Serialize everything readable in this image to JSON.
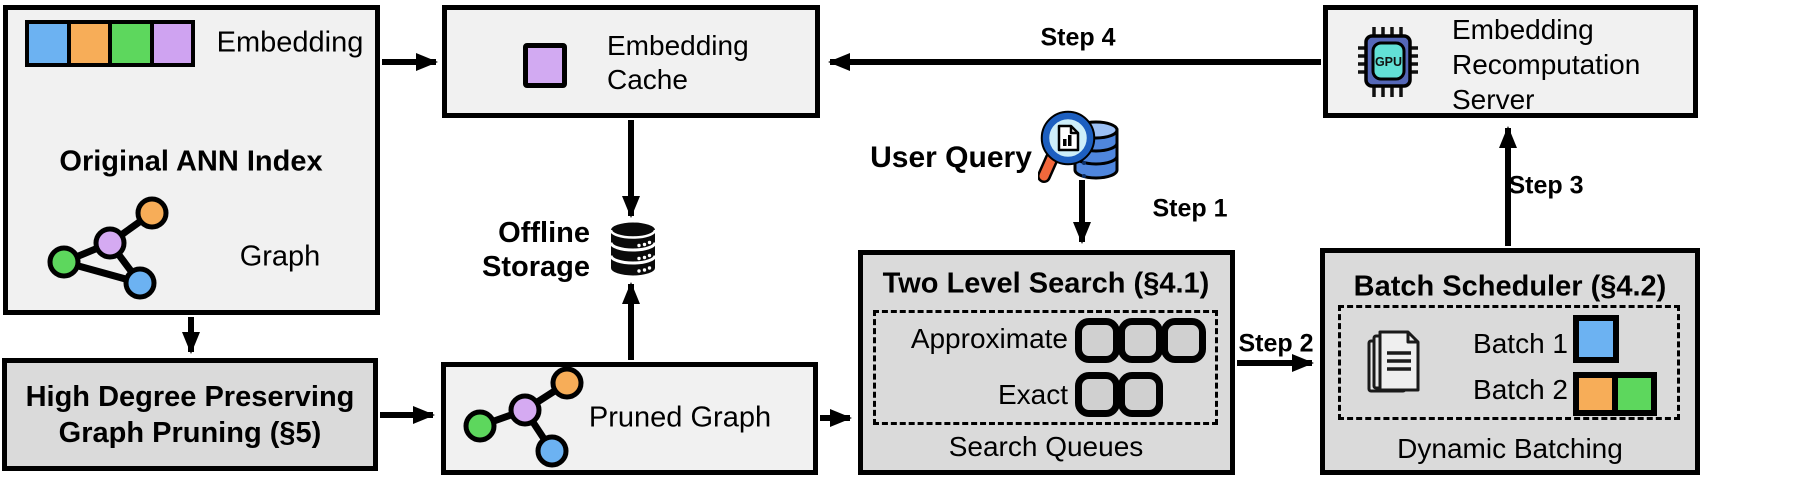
{
  "colors": {
    "box_light": "#f1f1f1",
    "box_dark": "#dadada",
    "border": "#000000",
    "blue": "#6cb2f2",
    "orange": "#f7ad58",
    "green": "#5dd75d",
    "purple": "#cfa3f1",
    "cache_purple": "#d2aaf2",
    "chip_body": "#5568b8",
    "chip_core": "#62e0d6",
    "db_blue": "#4f86dd",
    "db_blue_light": "#9cc0f5",
    "lens_fill": "#cdeef9",
    "lens_rim": "#1d5fc0",
    "handle_orange": "#f2683c"
  },
  "original_ann_index": {
    "title": "Original ANN Index",
    "embedding_label": "Embedding",
    "graph_label": "Graph"
  },
  "embedding_cache": {
    "line1": "Embedding",
    "line2": "Cache"
  },
  "offline_storage": {
    "line1": "Offline",
    "line2": "Storage"
  },
  "user_query": {
    "label": "User Query"
  },
  "steps": {
    "step1": "Step 1",
    "step2": "Step 2",
    "step3": "Step 3",
    "step4": "Step 4"
  },
  "two_level_search": {
    "title": "Two Level Search (§4.1)",
    "approximate_label": "Approximate",
    "exact_label": "Exact",
    "footer": "Search Queues",
    "approximate_queue_slots": 3,
    "exact_queue_slots": 2
  },
  "batch_scheduler": {
    "title": "Batch Scheduler (§4.2)",
    "batch1_label": "Batch 1",
    "batch2_label": "Batch 2",
    "footer": "Dynamic Batching"
  },
  "high_degree_pruning": {
    "line1": "High Degree Preserving",
    "line2": "Graph Pruning (§5)"
  },
  "pruned_graph": {
    "label": "Pruned Graph"
  },
  "recomputation_server": {
    "line1": "Embedding",
    "line2": "Recomputation",
    "line3": "Server",
    "gpu_label": "GPU"
  }
}
